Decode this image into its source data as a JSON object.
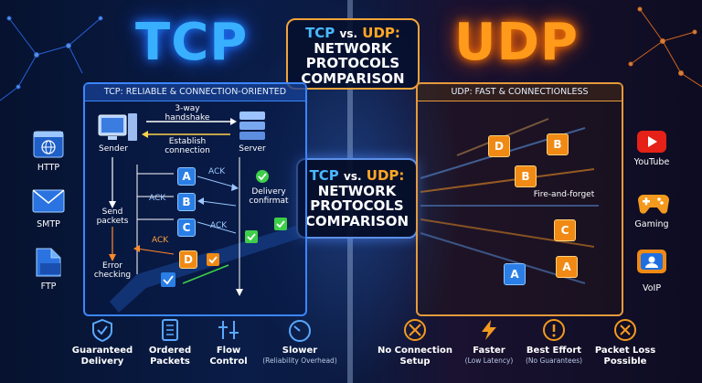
{
  "titles": {
    "tcp": "TCP",
    "udp": "UDP"
  },
  "comparison": {
    "tcp": "TCP",
    "vs": "vs.",
    "udp": "UDP:",
    "line1": "NETWORK",
    "line2": "PROTOCOLS",
    "line3": "COMPARISON"
  },
  "tcp_panel": {
    "header": "TCP: RELIABLE & CONNECTION-ORIENTED",
    "handshake": [
      "3-way",
      "handshake"
    ],
    "establish": [
      "Establish",
      "connection"
    ],
    "sender": "Sender",
    "server": "Server",
    "send_packets": [
      "Send",
      "packets"
    ],
    "error_checking": [
      "Error",
      "checking"
    ],
    "delivery": [
      "Delivery",
      "confirmat"
    ],
    "ack": "ACK",
    "packets": [
      "A",
      "B",
      "C",
      "D"
    ]
  },
  "udp_panel": {
    "header": "UDP: FAST & CONNECTIONLESS",
    "fire_forget": "Fire-and-forget",
    "packets": [
      "D",
      "B",
      "B",
      "C",
      "A",
      "A"
    ]
  },
  "left_side": [
    {
      "label": "HTTP",
      "icon": "browser-icon"
    },
    {
      "label": "SMTP",
      "icon": "mail-icon"
    },
    {
      "label": "FTP",
      "icon": "file-icon"
    }
  ],
  "right_side": [
    {
      "label": "YouTube",
      "icon": "youtube-icon"
    },
    {
      "label": "Gaming",
      "icon": "gamepad-icon"
    },
    {
      "label": "VoIP",
      "icon": "voip-icon"
    }
  ],
  "tcp_features": [
    {
      "title": [
        "Guaranteed",
        "Delivery"
      ],
      "sub": "",
      "icon": "shield-check-icon"
    },
    {
      "title": [
        "Ordered",
        "Packets"
      ],
      "sub": "",
      "icon": "ordered-list-icon"
    },
    {
      "title": [
        "Flow",
        "Control"
      ],
      "sub": "",
      "icon": "flow-control-icon"
    },
    {
      "title": [
        "Slower"
      ],
      "sub": "(Reliability Overhead)",
      "icon": "gauge-icon"
    }
  ],
  "udp_features": [
    {
      "title": [
        "No Connection",
        "Setup"
      ],
      "sub": "",
      "icon": "no-connection-icon"
    },
    {
      "title": [
        "Faster"
      ],
      "sub": "(Low Latency)",
      "icon": "lightning-icon"
    },
    {
      "title": [
        "Best Effort"
      ],
      "sub": "(No Guarantees)",
      "icon": "warning-icon"
    },
    {
      "title": [
        "Packet Loss",
        "Possible"
      ],
      "sub": "",
      "icon": "packet-loss-icon"
    }
  ],
  "colors": {
    "tcp": "#39b0ff",
    "udp": "#ff9a1a",
    "ack_check": "#3ecf4a"
  }
}
